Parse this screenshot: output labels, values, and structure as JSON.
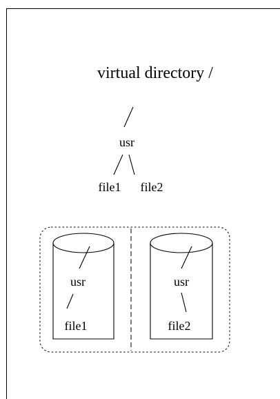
{
  "diagram": {
    "title": "virtual directory /",
    "virtual_tree": {
      "dir": "usr",
      "files": [
        "file1",
        "file2"
      ]
    },
    "disks": [
      {
        "dir": "usr",
        "file": "file1"
      },
      {
        "dir": "usr",
        "file": "file2"
      }
    ]
  }
}
